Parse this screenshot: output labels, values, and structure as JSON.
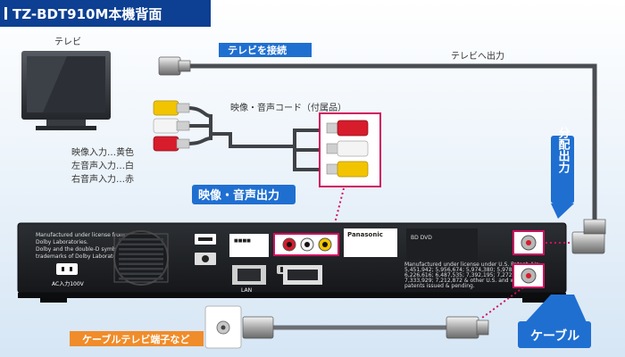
{
  "header": {
    "title": "TZ-BDT910M本機背面"
  },
  "tv": {
    "label": "テレビ"
  },
  "labels": {
    "connect_tv": "テレビを接続",
    "to_tv_output": "テレビへ出力",
    "av_cord": "映像・音声コード（付属品）",
    "video_in": "映像入力…黄色",
    "audio_left": "左音声入力…白",
    "audio_right": "右音声入力…赤",
    "av_output": "映像・音声出力",
    "split_output": "分配出力",
    "cable": "ケーブル",
    "cable_tv_terminal": "ケーブルテレビ端子など"
  },
  "device": {
    "license_text": [
      "Manufactured under license from",
      "Dolby Laboratories.",
      "Dolby and the double-D symbol are",
      "trademarks of Dolby Laboratories."
    ],
    "ac_input": "AC入力100V",
    "lan": "LAN",
    "brand": "Panasonic",
    "patent_text": [
      "Manufactured under license under U.S. Patent #'s:",
      "5,451,942; 5,956,674; 5,974,380; 5,978,762;",
      "6,226,616; 6,487,535; 7,392,195; 7,272,567;",
      "7,333,929; 7,212,872 & other U.S. and worldwide",
      "patents issued & pending."
    ]
  },
  "colors": {
    "header_bg": "#0d3f92",
    "label_blue": "#1f6fd1",
    "label_orange": "#f08c2a",
    "background": "#e3eef8",
    "highlight_pink": "#d0105f"
  }
}
